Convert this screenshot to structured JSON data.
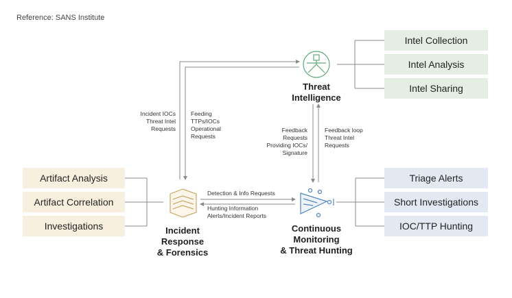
{
  "reference": "Reference: SANS Institute",
  "nodes": {
    "threat_intelligence": {
      "title_lines": [
        "Threat",
        "Intelligence"
      ],
      "color": "#5fa87a"
    },
    "incident_response": {
      "title_lines": [
        "Incident",
        "Response",
        "& Forensics"
      ],
      "color": "#c9a868"
    },
    "continuous_monitoring": {
      "title_lines": [
        "Continuous",
        "Monitoring",
        "& Threat Hunting"
      ],
      "color": "#4f86c6"
    }
  },
  "intel_boxes": [
    "Intel Collection",
    "Intel Analysis",
    "Intel Sharing"
  ],
  "forensic_boxes": [
    "Artifact Analysis",
    "Artifact Correlation",
    "Investigations"
  ],
  "monitoring_boxes": [
    "Triage Alerts",
    "Short Investigations",
    "IOC/TTP Hunting"
  ],
  "flow_labels": {
    "ir_to_ti": [
      "Incident IOCs",
      "Threat Intel",
      "Requests"
    ],
    "ti_to_ir": [
      "Feeding",
      "TTPs/IOCs",
      "Operational",
      "Requests"
    ],
    "cm_to_ti": [
      "Feedback",
      "Requests",
      "Providing IOCs/",
      "Signature"
    ],
    "ti_to_cm": [
      "Feedback loop",
      "Threat Intel",
      "Requests"
    ],
    "ir_to_cm": [
      "Detection & Info Requests"
    ],
    "cm_to_ir": [
      "Hunting Information",
      "Alerts/Incident Reports"
    ]
  }
}
